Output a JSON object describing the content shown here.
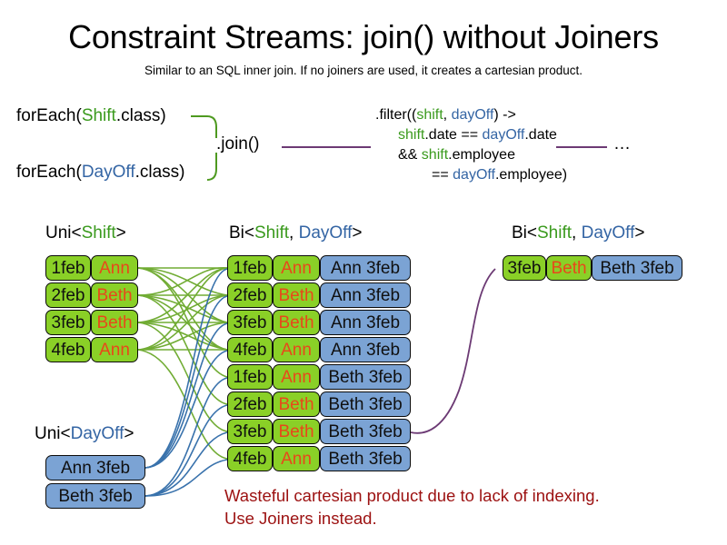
{
  "header": {
    "title": "Constraint Streams: join() without Joiners",
    "subtitle": "Similar to an SQL inner join. If no joiners are used, it creates a cartesian product."
  },
  "code": {
    "foreach_shift": {
      "prefix": "forEach(",
      "type": "Shift",
      "suffix": ".class)"
    },
    "foreach_dayoff": {
      "prefix": "forEach(",
      "type": "DayOff",
      "suffix": ".class)"
    },
    "join_label": ".join()",
    "ellipsis": "…",
    "filter": {
      "line1_a": ".filter((",
      "line1_shift": "shift",
      "line1_comma": ", ",
      "line1_dayoff": "dayOff",
      "line1_b": ") ->",
      "line2_shift": "shift",
      "line2_rest": ".date == ",
      "line2_dayoff": "dayOff",
      "line2_tail": ".date",
      "line3_a": "&& ",
      "line3_shift": "shift",
      "line3_tail": ".employee",
      "line4_a": "== ",
      "line4_dayoff": "dayOff",
      "line4_tail": ".employee)"
    }
  },
  "streams": {
    "uni_shift": {
      "prefix": "Uni<",
      "type": "Shift",
      "suffix": ">"
    },
    "bi_middle": {
      "prefix": "Bi<",
      "type1": "Shift",
      "sep": ", ",
      "type2": "DayOff",
      "suffix": ">"
    },
    "bi_result": {
      "prefix": "Bi<",
      "type1": "Shift",
      "sep": ", ",
      "type2": "DayOff",
      "suffix": ">"
    },
    "uni_dayoff": {
      "prefix": "Uni<",
      "type": "DayOff",
      "suffix": ">"
    }
  },
  "shifts": [
    {
      "date": "1feb",
      "employee": "Ann"
    },
    {
      "date": "2feb",
      "employee": "Beth"
    },
    {
      "date": "3feb",
      "employee": "Beth"
    },
    {
      "date": "4feb",
      "employee": "Ann"
    }
  ],
  "dayoffs": [
    {
      "label": "Ann 3feb"
    },
    {
      "label": "Beth 3feb"
    }
  ],
  "cartesian": [
    {
      "date": "1feb",
      "employee": "Ann",
      "dayoff": "Ann 3feb"
    },
    {
      "date": "2feb",
      "employee": "Beth",
      "dayoff": "Ann 3feb"
    },
    {
      "date": "3feb",
      "employee": "Beth",
      "dayoff": "Ann 3feb"
    },
    {
      "date": "4feb",
      "employee": "Ann",
      "dayoff": "Ann 3feb"
    },
    {
      "date": "1feb",
      "employee": "Ann",
      "dayoff": "Beth 3feb"
    },
    {
      "date": "2feb",
      "employee": "Beth",
      "dayoff": "Beth 3feb"
    },
    {
      "date": "3feb",
      "employee": "Beth",
      "dayoff": "Beth 3feb"
    },
    {
      "date": "4feb",
      "employee": "Ann",
      "dayoff": "Beth 3feb"
    }
  ],
  "result": {
    "date": "3feb",
    "employee": "Beth",
    "dayoff": "Beth 3feb"
  },
  "warning": {
    "line1": "Wasteful cartesian product due to lack of indexing.",
    "line2": "Use Joiners instead."
  },
  "colors": {
    "shift_green": "#3a9a1d",
    "dayoff_blue": "#3465a4",
    "card_green": "#8ad027",
    "card_blue": "#7ba3d4",
    "employee_orange": "#e8481a",
    "warning_red": "#9c1111",
    "wire_purple": "#6c3a74"
  }
}
